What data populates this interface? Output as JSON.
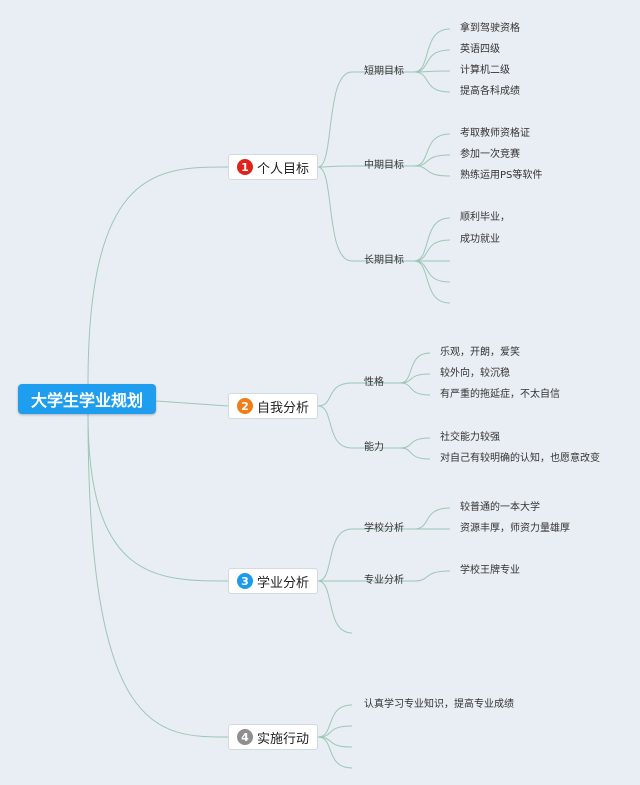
{
  "root": {
    "label": "大学生学业规划",
    "color": "#1f9ef0"
  },
  "line_color": "#9cc7b6",
  "branches": [
    {
      "number": "1",
      "label": "个人目标",
      "badge_color": "#e0221b",
      "subs": [
        {
          "label": "短期目标",
          "leaves": [
            "拿到驾驶资格",
            "英语四级",
            "计算机二级",
            "提高各科成绩"
          ]
        },
        {
          "label": "中期目标",
          "leaves": [
            "考取教师资格证",
            "参加一次竞赛",
            "熟练运用PS等软件"
          ]
        },
        {
          "label": "长期目标",
          "leaves": [
            "顺利毕业，",
            "成功就业",
            "",
            "",
            ""
          ]
        }
      ]
    },
    {
      "number": "2",
      "label": "自我分析",
      "badge_color": "#ee7d1a",
      "subs": [
        {
          "label": "性格",
          "leaves": [
            "乐观，开朗，爱笑",
            "较外向，较沉稳",
            "有严重的拖延症，不太自信"
          ]
        },
        {
          "label": "能力",
          "leaves": [
            "社交能力较强",
            "对自己有较明确的认知，也愿意改变"
          ]
        }
      ]
    },
    {
      "number": "3",
      "label": "学业分析",
      "badge_color": "#1d9be8",
      "subs": [
        {
          "label": "学校分析",
          "leaves": [
            "较普通的一本大学",
            "资源丰厚，师资力量雄厚"
          ]
        },
        {
          "label": "专业分析",
          "leaves": [
            "学校王牌专业"
          ]
        },
        {
          "label": "",
          "leaves": []
        }
      ]
    },
    {
      "number": "4",
      "label": "实施行动",
      "badge_color": "#8f8f8f",
      "subs": [
        {
          "label": "认真学习专业知识，提高专业成绩",
          "leaves": []
        },
        {
          "label": "",
          "leaves": []
        },
        {
          "label": "",
          "leaves": []
        },
        {
          "label": "",
          "leaves": []
        }
      ]
    }
  ]
}
